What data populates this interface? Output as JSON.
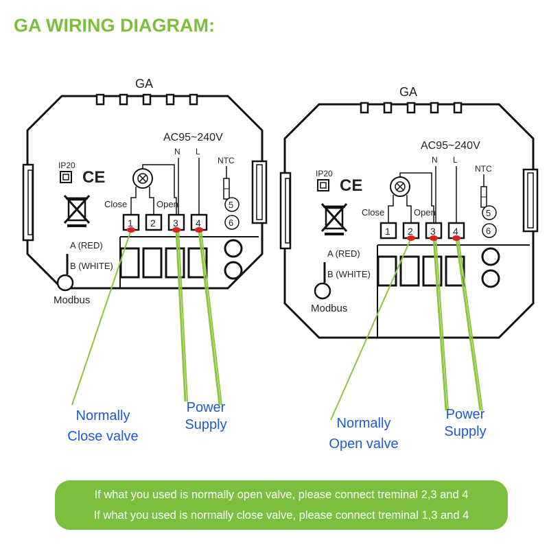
{
  "title": "GA WIRING DIAGRAM:",
  "colors": {
    "title_green": "#7cbf3d",
    "callout_blue": "#1a5ad8",
    "wire_green": "#8cc63f",
    "contact_red": "#e02020",
    "note_bg": "#7cbf3d"
  },
  "devices": [
    {
      "model": "GA",
      "ac_label": "AC95~240V",
      "n_label": "N",
      "l_label": "L",
      "ntc_label": "NTC",
      "ntc_terminals": [
        "5",
        "6"
      ],
      "ip_label": "IP20",
      "ce_label": "CE",
      "close_label": "Close",
      "open_label": "Open",
      "terminals": [
        "1",
        "2",
        "3",
        "4"
      ],
      "connected_terminals": [
        "1",
        "3",
        "4"
      ],
      "a_label": "A (RED)",
      "b_label": "B (WHITE)",
      "modbus_label": "Modbus",
      "valve_label": [
        "Normally",
        "Close valve"
      ],
      "power_label": [
        "Power",
        "Supply"
      ]
    },
    {
      "model": "GA",
      "ac_label": "AC95~240V",
      "n_label": "N",
      "l_label": "L",
      "ntc_label": "NTC",
      "ntc_terminals": [
        "5",
        "6"
      ],
      "ip_label": "IP20",
      "ce_label": "CE",
      "close_label": "Close",
      "open_label": "Open",
      "terminals": [
        "1",
        "2",
        "3",
        "4"
      ],
      "connected_terminals": [
        "2",
        "3",
        "4"
      ],
      "a_label": "A (RED)",
      "b_label": "B (WHITE)",
      "modbus_label": "Modbus",
      "valve_label": [
        "Normally",
        "Open valve"
      ],
      "power_label": [
        "Power",
        "Supply"
      ]
    }
  ],
  "notes": [
    "If what you used is normally open valve, please connect treminal 2,3 and 4",
    "If what you used is normally close valve, please connect treminal 1,3 and 4"
  ]
}
